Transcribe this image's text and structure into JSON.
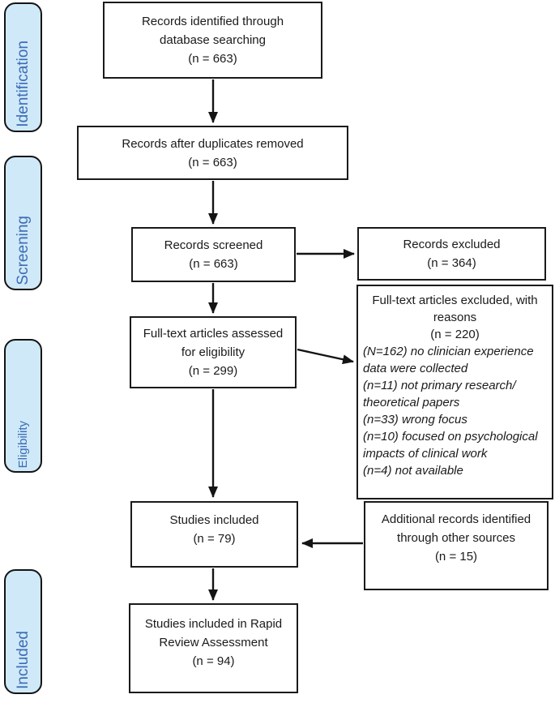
{
  "stages": [
    {
      "id": "identification",
      "label": "Identification"
    },
    {
      "id": "screening",
      "label": "Screening"
    },
    {
      "id": "eligibility",
      "label": "Eligibility"
    },
    {
      "id": "included",
      "label": "Included"
    }
  ],
  "boxes": {
    "identified": {
      "lines": [
        "Records identified through",
        "database searching",
        "(n = 663)"
      ]
    },
    "duplicates_removed": {
      "lines": [
        "Records after duplicates removed",
        "(n = 663)"
      ]
    },
    "screened": {
      "lines": [
        "Records screened",
        "(n = 663)"
      ]
    },
    "records_excluded": {
      "lines": [
        "Records excluded",
        "(n = 364)"
      ]
    },
    "fulltext_assessed": {
      "lines": [
        "Full-text articles assessed",
        "for eligibility",
        "(n = 299)"
      ]
    },
    "fulltext_excluded": {
      "lines": [
        "Full-text articles excluded, with",
        "reasons",
        "(n = 220)"
      ],
      "reasons": [
        "(N=162) no clinician experience",
        "data were collected",
        "(n=11) not primary research/",
        "theoretical papers",
        "(n=33) wrong focus",
        "(n=10) focused on psychological",
        "impacts of clinical work",
        "(n=4) not available"
      ]
    },
    "additional_records": {
      "lines": [
        "Additional records identified",
        "through other sources",
        "(n = 15)"
      ]
    },
    "studies_included": {
      "lines": [
        "Studies included",
        "(n = 79)"
      ]
    },
    "rapid_review": {
      "lines": [
        "Studies included in Rapid",
        "Review Assessment",
        "(n = 94)"
      ]
    }
  },
  "colors": {
    "stage_fill": "#cfe9f9",
    "stage_text": "#3c6cb5",
    "box_border": "#1a1a1a",
    "arrow": "#141414"
  }
}
